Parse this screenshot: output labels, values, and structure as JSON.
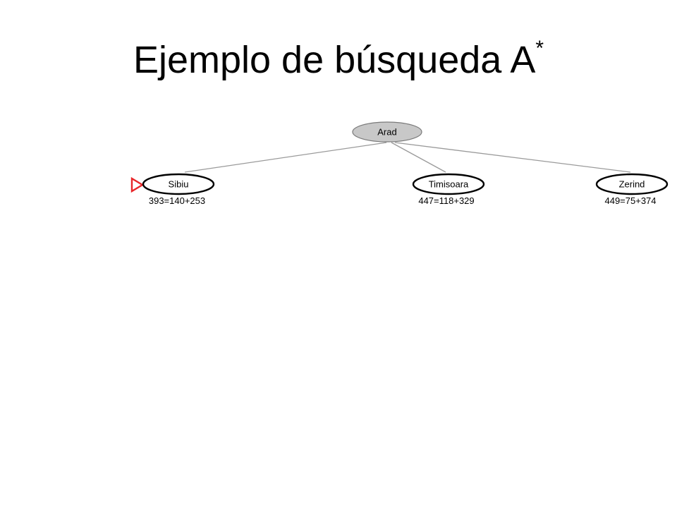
{
  "slide": {
    "title": "Ejemplo de búsqueda A",
    "title_superscript": "*"
  },
  "tree": {
    "root": {
      "label": "Arad",
      "state": "expanded"
    },
    "children": [
      {
        "label": "Sibiu",
        "cost": "393=140+253",
        "selected": true
      },
      {
        "label": "Timisoara",
        "cost": "447=118+329",
        "selected": false
      },
      {
        "label": "Zerind",
        "cost": "449=75+374",
        "selected": false
      }
    ]
  },
  "colors": {
    "expanded_fill": "#c8c8c8",
    "edge": "#9a9a9a",
    "frontier_fill": "#ffffff",
    "selection_marker": "#e8262a"
  }
}
